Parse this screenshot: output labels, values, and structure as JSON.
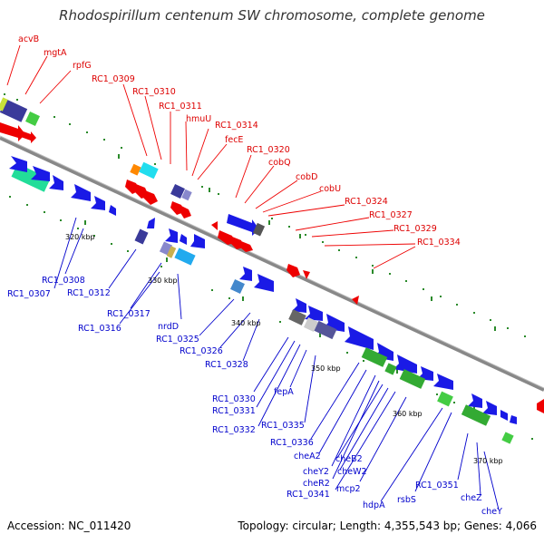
{
  "title": "Rhodospirillum centenum SW chromosome, complete genome",
  "footer": {
    "accession": "Accession: NC_011420",
    "summary": "Topology: circular; Length: 4,355,543 bp; Genes: 4,066"
  },
  "colors": {
    "forward_label": "#dd0000",
    "reverse_label": "#0000cc",
    "backbone": "#888888",
    "blue_feature": "#1a1ae6",
    "green_feature": "#33bb33",
    "red_feature": "#ee0000"
  },
  "forward_labels": [
    "acvB",
    "mgtA",
    "rpfG",
    "RC1_0309",
    "RC1_0310",
    "RC1_0311",
    "hmuU",
    "RC1_0314",
    "fecE",
    "RC1_0320",
    "cobQ",
    "cobD",
    "cobU",
    "RC1_0324",
    "RC1_0327",
    "RC1_0329",
    "RC1_0334"
  ],
  "reverse_labels": [
    "RC1_0308",
    "RC1_0307",
    "RC1_0312",
    "RC1_0317",
    "RC1_0316",
    "nrdD",
    "RC1_0325",
    "RC1_0326",
    "RC1_0328",
    "RC1_0330",
    "RC1_0331",
    "RC1_0332",
    "fepA",
    "RC1_0335",
    "RC1_0336",
    "cheA2",
    "cheY2",
    "cheR2",
    "cheB2",
    "cheW2",
    "RC1_0341",
    "mcp2",
    "hdpA",
    "rsbS",
    "RC1_0351",
    "cheZ",
    "cheY"
  ],
  "scale_labels": [
    "320 kbp",
    "330 kbp",
    "340 kbp",
    "350 kbp",
    "360 kbp",
    "370 kbp"
  ]
}
